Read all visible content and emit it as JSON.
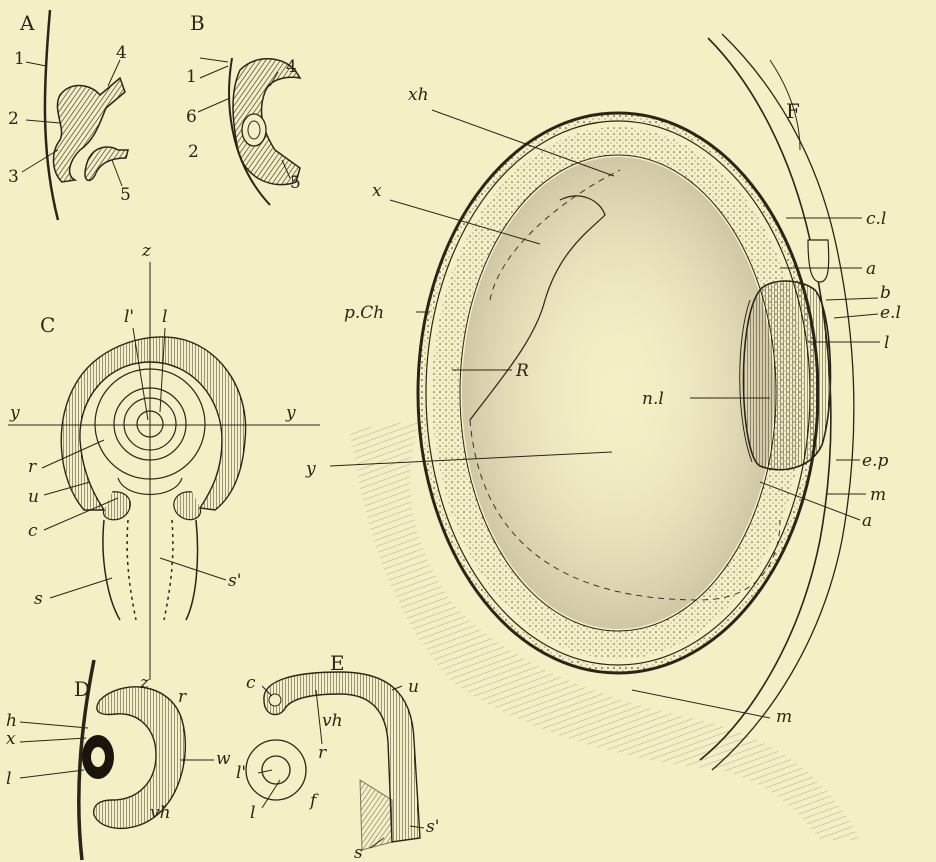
{
  "figure": {
    "panel_letters": [
      "A",
      "B",
      "C",
      "D",
      "E",
      "F"
    ],
    "panel_a": {
      "labels": [
        "1",
        "2",
        "3",
        "4",
        "5"
      ]
    },
    "panel_b": {
      "labels": [
        "1",
        "6",
        "2",
        "4",
        "5"
      ]
    },
    "panel_c": {
      "labels": [
        "z",
        "l'",
        "l",
        "y",
        "y",
        "r",
        "u",
        "c",
        "s",
        "s'",
        "z"
      ]
    },
    "panel_d": {
      "labels": [
        "h",
        "x",
        "l",
        "r",
        "w",
        "vh"
      ]
    },
    "panel_e": {
      "labels": [
        "c",
        "u",
        "vh",
        "r",
        "l'",
        "l",
        "f",
        "s'",
        "s"
      ]
    },
    "panel_f": {
      "labels": [
        "xh",
        "x",
        "p.Ch",
        "R",
        "n.l",
        "y",
        "c.l",
        "a",
        "b",
        "e.l",
        "l",
        "e.p",
        "m",
        "a",
        "m"
      ]
    }
  }
}
